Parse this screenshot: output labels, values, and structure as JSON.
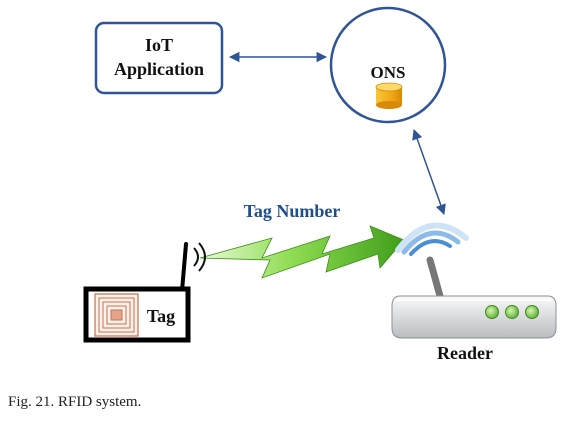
{
  "diagram": {
    "iot_box": {
      "line1": "IoT",
      "line2": "Application"
    },
    "ons": {
      "label": "ONS",
      "icon": "database-icon"
    },
    "signal_label": "Tag Number",
    "tag": {
      "label": "Tag",
      "icon": "rfid-chip-icon"
    },
    "reader": {
      "label": "Reader",
      "icon": "router-icon"
    }
  },
  "caption": "Fig. 21. RFID system.",
  "colors": {
    "box_border": "#2f5597",
    "arrow": "#2f5597",
    "label_blue": "#1f4e8c",
    "bolt_green": "#4caf1f",
    "bolt_light": "#c8f5a8",
    "db_gold": "#f2b51a",
    "reader_green": "#6cc04a"
  }
}
